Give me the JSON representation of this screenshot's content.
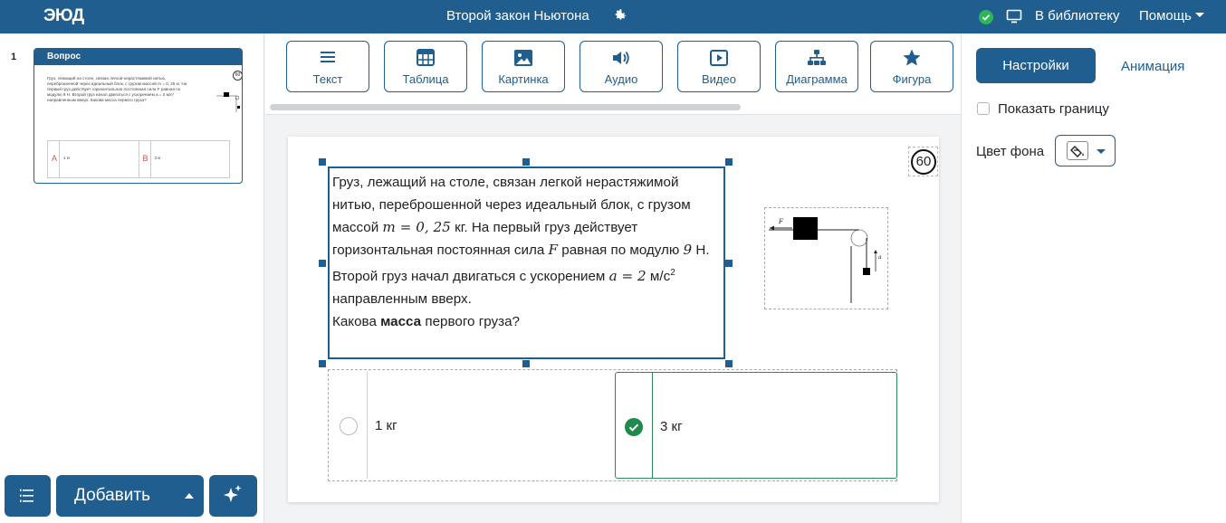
{
  "topbar": {
    "logo": "ЭЮД",
    "title": "Второй закон Ньютона",
    "library_link": "В библиотеку",
    "help_menu": "Помощь"
  },
  "sidebar": {
    "slides": [
      {
        "number": "1",
        "title": "Вопрос",
        "thumb_text": "Груз, лежащий на столе, связан легкой нерастяжимой нитью, переброшенной через идеальный блок, с грузом массой m = 0, 25 кг. На первый груз действует горизонтальная постоянная сила F равная по модулю 9 Н. Второй груз начал двигаться с ускорением a = 2 м/с² направленным вверх. Какова масса первого груза?",
        "timer": "60",
        "answers": [
          {
            "letter": "A",
            "text": "1 кг"
          },
          {
            "letter": "B",
            "text": "3 кг"
          }
        ]
      }
    ],
    "add_button": "Добавить"
  },
  "toolbar": {
    "items": [
      {
        "label": "Текст",
        "icon": "text-lines-icon"
      },
      {
        "label": "Таблица",
        "icon": "table-icon"
      },
      {
        "label": "Картинка",
        "icon": "image-icon"
      },
      {
        "label": "Аудио",
        "icon": "speaker-icon"
      },
      {
        "label": "Видео",
        "icon": "video-play-icon"
      },
      {
        "label": "Диаграмма",
        "icon": "hierarchy-icon"
      },
      {
        "label": "Фигура",
        "icon": "star-icon"
      }
    ]
  },
  "slide": {
    "timer": "60",
    "question": {
      "t1": "Груз, лежащий на столе, связан легкой нерастяжимой нитью, переброшенной через идеальный блок, с грузом массой ",
      "m_expr": "m = 0, 25",
      "t2": " кг. На первый груз действует горизонтальная постоянная сила ",
      "f_sym": "F",
      "t3": " равная по модулю ",
      "f_val": "9",
      "t4": " Н. Второй груз начал двигаться с ускорением ",
      "a_expr": "a = 2",
      "t5": " м/с",
      "sup": "2",
      "t6": " направленным вверх.",
      "t7": "Какова ",
      "bold": "масса",
      "t8": " первого груза?"
    },
    "figure_labels": {
      "f": "F",
      "a": "a"
    },
    "answers": [
      {
        "text": "1 кг",
        "correct": false
      },
      {
        "text": "3 кг",
        "correct": true
      }
    ]
  },
  "right_panel": {
    "tabs": [
      "Настройки",
      "Анимация"
    ],
    "show_border_label": "Показать границу",
    "show_border_checked": false,
    "bg_color_label": "Цвет фона"
  },
  "colors": {
    "primary": "#1f5e8e",
    "success": "#1e8a4c",
    "status_ok": "#2fb45a"
  }
}
